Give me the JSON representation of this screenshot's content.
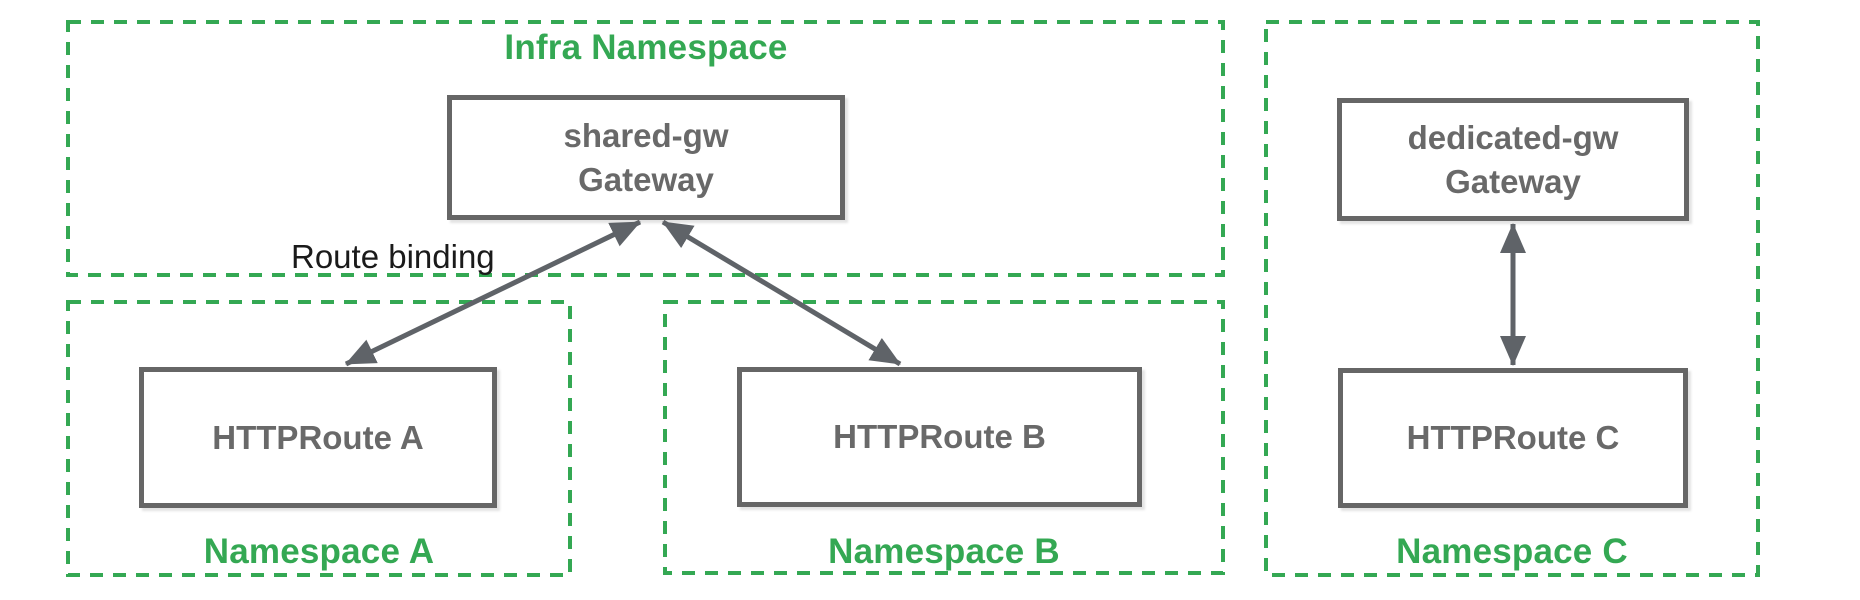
{
  "namespaces": {
    "infra": {
      "label": "Infra Namespace"
    },
    "a": {
      "label": "Namespace A"
    },
    "b": {
      "label": "Namespace B"
    },
    "c": {
      "label": "Namespace C"
    }
  },
  "nodes": {
    "shared_gateway": {
      "name": "shared-gw",
      "kind": "Gateway"
    },
    "dedicated_gateway": {
      "name": "dedicated-gw",
      "kind": "Gateway"
    },
    "httproute_a": {
      "label": "HTTPRoute A"
    },
    "httproute_b": {
      "label": "HTTPRoute B"
    },
    "httproute_c": {
      "label": "HTTPRoute C"
    }
  },
  "annotations": {
    "route_binding": "Route binding"
  },
  "colors": {
    "namespace_border_green": "#34A853",
    "node_border_gray": "#666666",
    "node_text_gray": "#696969",
    "arrow_gray": "#5F6368",
    "annotation_black": "#1A1A1A"
  }
}
